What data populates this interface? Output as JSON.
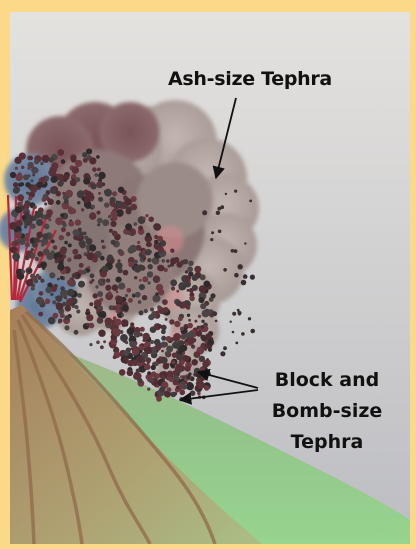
{
  "labels": {
    "ash": "Ash-size Tephra",
    "block_line1": "Block and",
    "block_line2": "Bomb-size",
    "block_line3": "Tephra"
  },
  "colors": {
    "frame": "#fbd989",
    "sky_top": "#e4e2df",
    "sky_bottom": "#bfc0c4",
    "ground_green": "#98cf8c",
    "slope_brown": "#9f8a5a",
    "ash_cloud": "#ab9f9a",
    "ash_cloud_dark": "#6d4a4e",
    "ash_cloud_blue": "#5f7897",
    "tephra": "#5a3137",
    "lava": "#c8293a"
  }
}
